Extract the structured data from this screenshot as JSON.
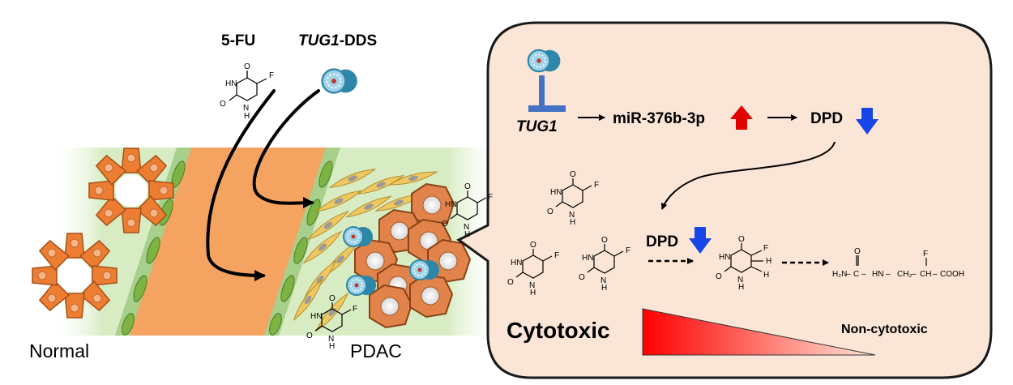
{
  "labels": {
    "five_fu": "5-FU",
    "tug1_prefix": "TUG1",
    "dds_suffix": "-DDS",
    "normal": "Normal",
    "pdac": "PDAC",
    "tug1": "TUG1",
    "mir": "miR-376b-3p",
    "dpd": "DPD",
    "cytotoxic": "Cytotoxic",
    "non_cytotoxic": "Non-cytotoxic"
  },
  "chem": {
    "F": "F",
    "O": "O",
    "HN": "HN",
    "N": "N",
    "H": "H",
    "H2N": "H₂N",
    "C": "C",
    "CH2": "CH₂",
    "CH": "CH",
    "COOH": "COOH",
    "dash": "–"
  },
  "colors": {
    "panel_fill": "#fbe5d6",
    "panel_stroke": "#1a1a1a",
    "vessel": "#f4a460",
    "tissue_green": "#d7ecc2",
    "endothelium": "#7cb342",
    "acinar": "#ed7d31",
    "tumor_cell": "#e2834b",
    "fibroblast": "#f0c860",
    "nanoparticle": "#2e86a8",
    "arrow_up": "#e00000",
    "arrow_down": "#1646e8",
    "inhibit_bar": "#4472c4",
    "gradient_start": "#ff0000",
    "gradient_end": "#fde8d8"
  }
}
